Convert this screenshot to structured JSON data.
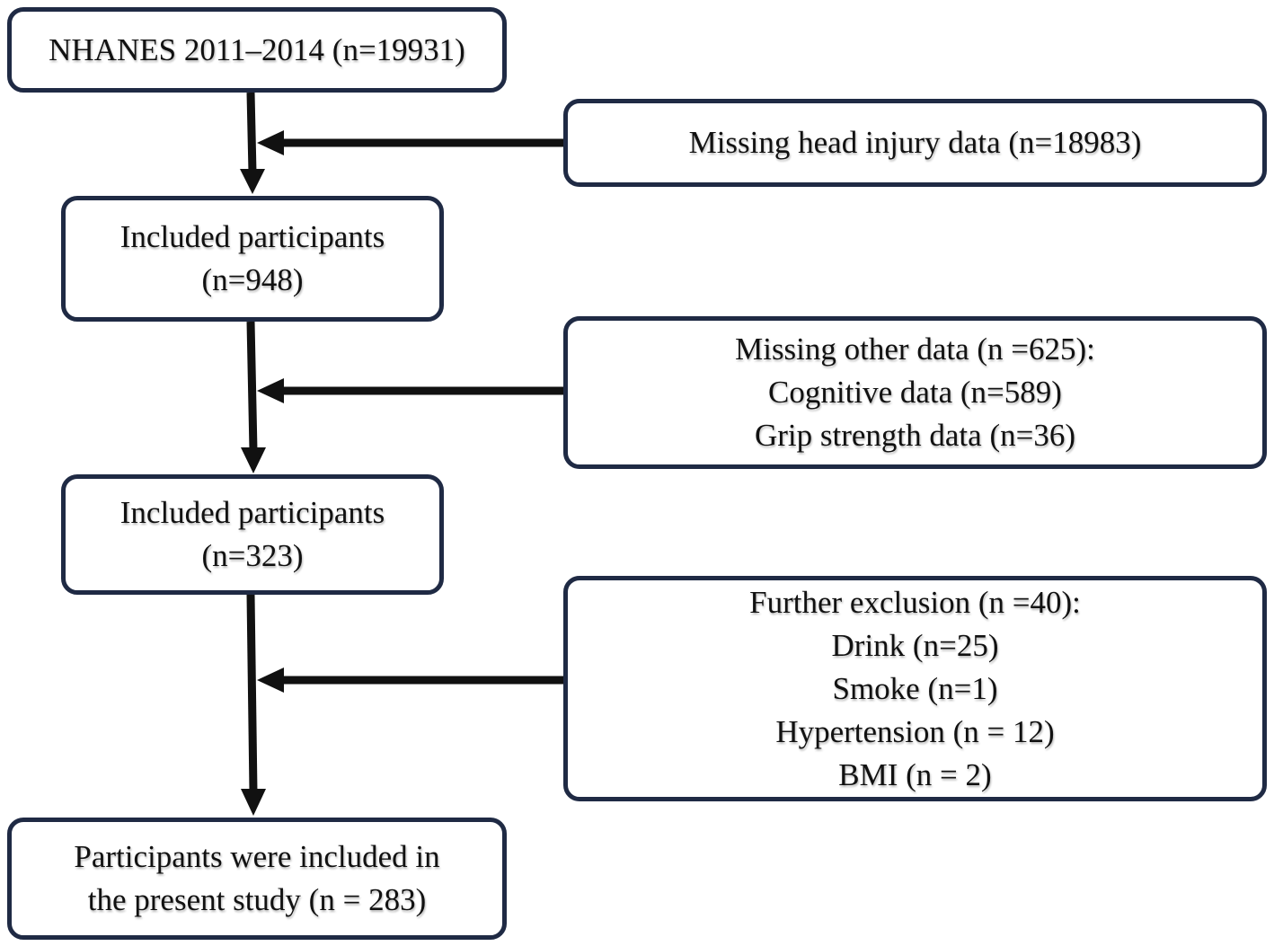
{
  "flow": {
    "start": {
      "text": "NHANES 2011–2014 (n=19931)"
    },
    "included_1": {
      "line1": "Included participants",
      "line2": "(n=948)"
    },
    "included_2": {
      "line1": "Included participants",
      "line2": "(n=323)"
    },
    "final": {
      "line1": "Participants were included in",
      "line2": "the present study (n = 283)"
    }
  },
  "exclusions": {
    "head_injury": {
      "text": "Missing head injury data (n=18983)"
    },
    "other_data": {
      "title": "Missing other data (n =625):",
      "items": [
        "Cognitive data (n=589)",
        "Grip strength data (n=36)"
      ]
    },
    "further": {
      "title": "Further exclusion (n =40):",
      "items": [
        "Drink (n=25)",
        "Smoke (n=1)",
        "Hypertension (n = 12)",
        "BMI (n = 2)"
      ]
    }
  },
  "colors": {
    "box_border": "#1f2a44",
    "arrow": "#111111",
    "background": "#ffffff"
  }
}
